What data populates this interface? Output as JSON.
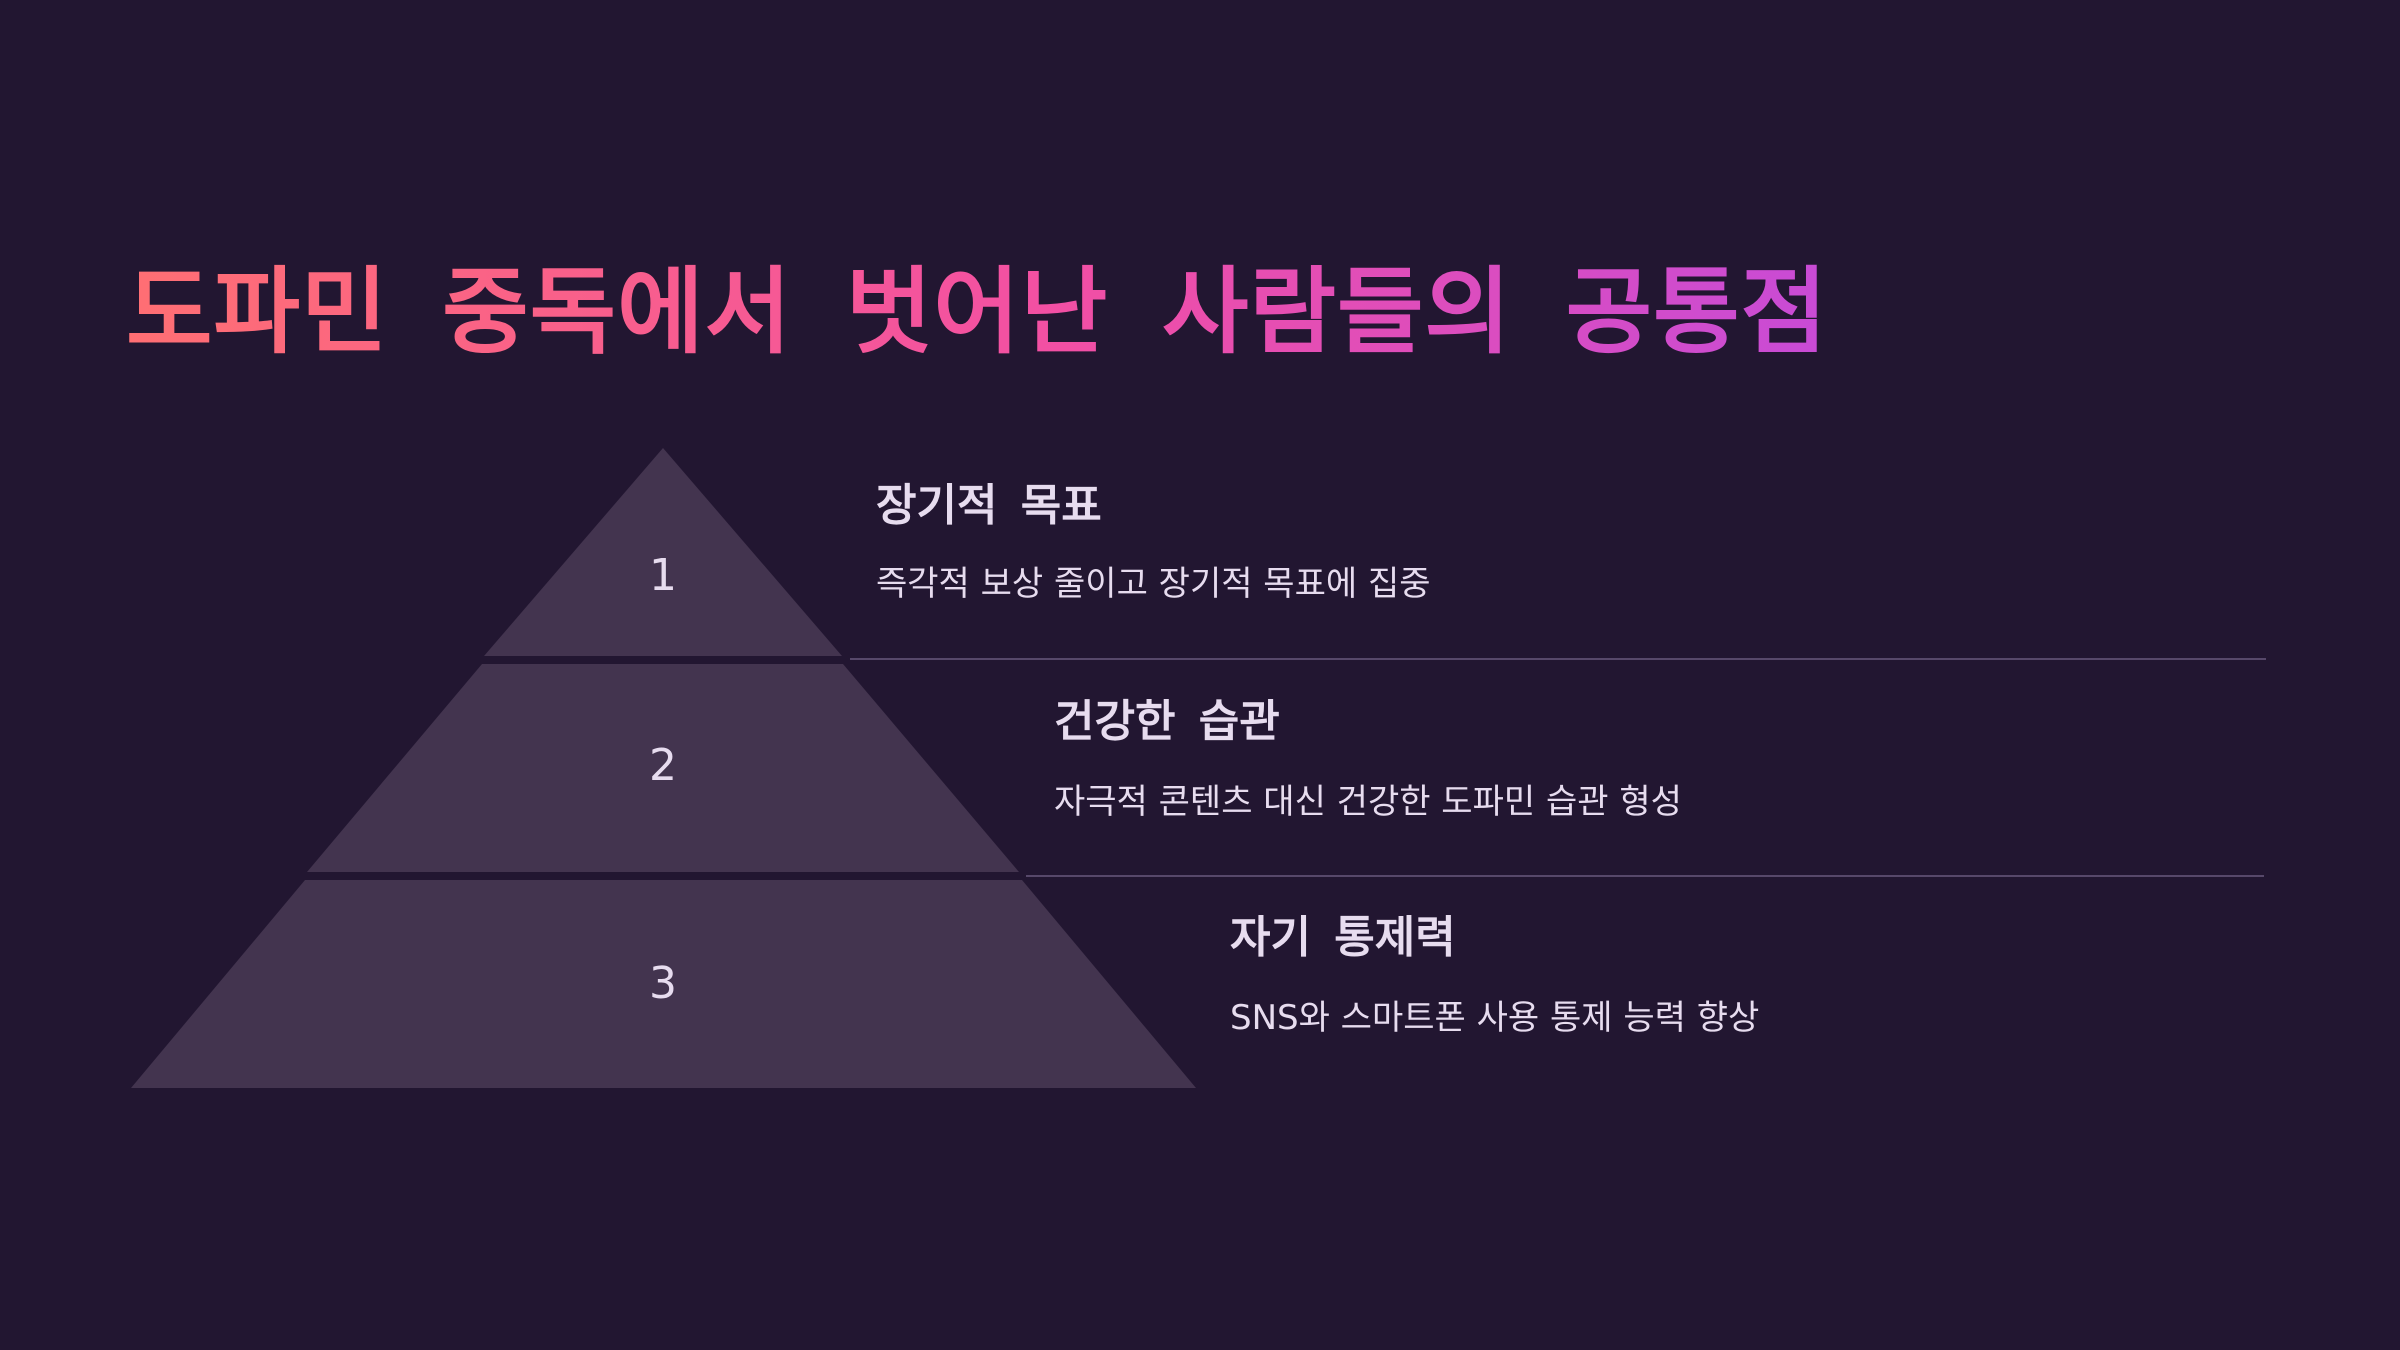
{
  "slide": {
    "title": "도파민 중독에서 벗어난 사람들의 공통점"
  },
  "pyramid": {
    "tiers": [
      {
        "number": "1",
        "heading": "장기적 목표",
        "description": "즉각적 보상 줄이고 장기적 목표에 집중"
      },
      {
        "number": "2",
        "heading": "건강한 습관",
        "description": "자극적 콘텐츠 대신 건강한 도파민 습관 형성"
      },
      {
        "number": "3",
        "heading": "자기 통제력",
        "description": "SNS와 스마트폰 사용 통제 능력 향상"
      }
    ]
  },
  "colors": {
    "background": "#221631",
    "tier_fill": "#43344f",
    "text": "#e7dcef",
    "divider": "#57486a",
    "title_gradient_start": "#ff6f73",
    "title_gradient_mid": "#f24fa4",
    "title_gradient_end": "#c84bd6"
  }
}
